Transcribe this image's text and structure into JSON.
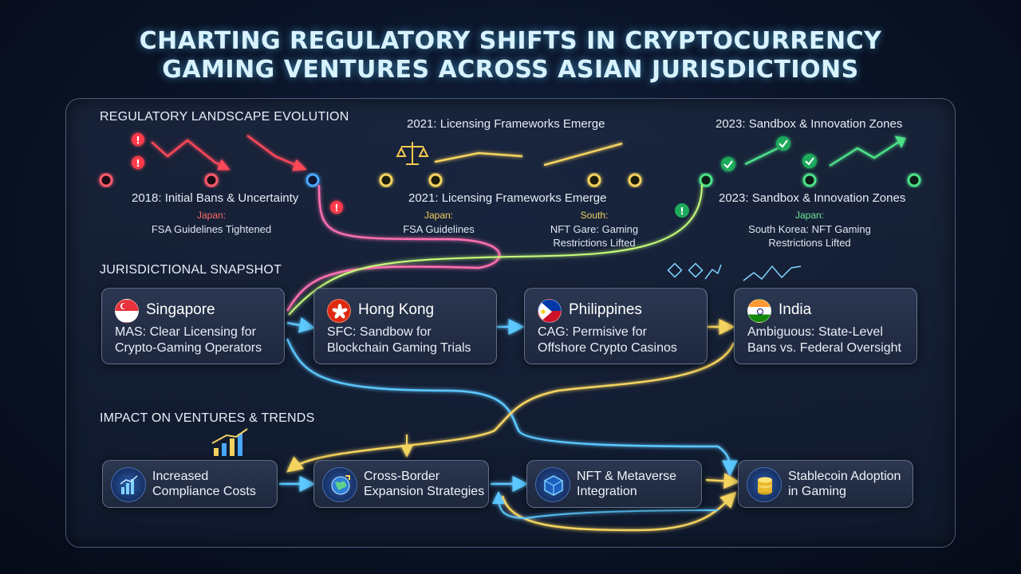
{
  "title_line1": "CHARTING REGULATORY SHIFTS IN CRYPTOCURRENCY",
  "title_line2": "GAMING VENTURES ACROSS ASIAN JURISDICTIONS",
  "sections": {
    "timeline": "REGULATORY LANDSCAPE EVOLUTION",
    "snapshot": "JURISDICTIONAL SNAPSHOT",
    "impact": "IMPACT ON VENTURES & TRENDS"
  },
  "timeline": {
    "top_mid": "2021: Licensing Frameworks Emerge",
    "top_right": "2023: Sandbox & Innovation Zones",
    "bottom_left": "2018: Initial Bans & Uncertainty",
    "bottom_mid": "2021: Licensing Frameworks Emerge",
    "bottom_right": "2023: Sandbox & Innovation Zones",
    "notes": [
      {
        "key": "Japan:",
        "text": "FSA Guidelines Tightened"
      },
      {
        "key": "Japan:",
        "text": "FSA Guidelines"
      },
      {
        "key": "South:",
        "line1": "NFT Gare: Gaming",
        "line2": "Restrictions Lifted"
      },
      {
        "key": "Japan:",
        "line1": "South Korea: NFT Gaming",
        "line2": "Restrictions Lifted"
      }
    ],
    "colors": {
      "red": "#ff5a6a",
      "yellow": "#f4d35e",
      "green": "#4ee08a",
      "blue": "#4aa8ff"
    }
  },
  "jurisdictions": [
    {
      "name": "Singapore",
      "line1": "MAS: Clear Licensing for",
      "line2": "Crypto-Gaming Operators",
      "flag": "singapore-flag"
    },
    {
      "name": "Hong Kong",
      "line1": "SFC: Sandbow for",
      "line2": "Blockchain Gaming Trials",
      "flag": "hong-kong-flag"
    },
    {
      "name": "Philippines",
      "line1": "CAG: Permisive for",
      "line2": "Offshore Crypto Casinos",
      "flag": "philippines-flag"
    },
    {
      "name": "India",
      "line1": "Ambiguous: State-Level",
      "line2": "Bans vs. Federal Oversight",
      "flag": "india-flag"
    }
  ],
  "impacts": [
    {
      "line1": "Increased",
      "line2": "Compliance Costs",
      "icon": "bar-chart-icon"
    },
    {
      "line1": "Cross-Border",
      "line2": "Expansion Strategies",
      "icon": "globe-icon"
    },
    {
      "line1": "NFT & Metaverse",
      "line2": "Integration",
      "icon": "cube-icon"
    },
    {
      "line1": "Stablecoin Adoption",
      "line2": "in Gaming",
      "icon": "coin-stack-icon"
    }
  ]
}
